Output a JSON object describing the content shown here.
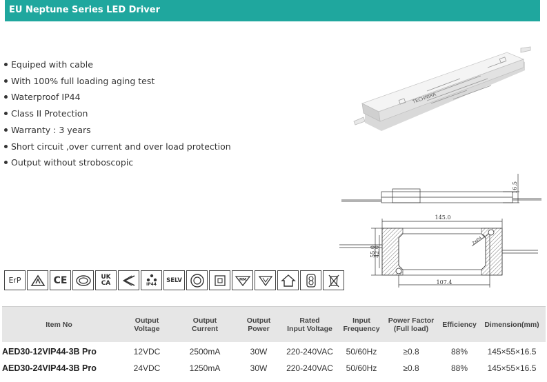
{
  "header": {
    "title": "EU Neptune Series LED Driver"
  },
  "features": [
    "Equiped with cable",
    "With 100% full loading aging test",
    "Waterproof IP44",
    "Class II Protection",
    "Warranty : 3 years",
    "Short circuit ,over current and over load protection",
    "Output without stroboscopic"
  ],
  "product": {
    "brand_text": "TECHNIRA"
  },
  "drawing": {
    "height_label": "16.5",
    "length_label": "145.0",
    "width_outer_label": "55.0",
    "width_inner_label": "42.0",
    "hole_label": "2xØ4.3",
    "hole_spacing_label": "107.4"
  },
  "certifications": [
    {
      "name": "erp-icon",
      "label": "ErP"
    },
    {
      "name": "rcm-icon",
      "label": ""
    },
    {
      "name": "ce-icon",
      "label": "CE"
    },
    {
      "name": "rohs-icon",
      "label": ""
    },
    {
      "name": "ukca-icon",
      "label": "UK CA"
    },
    {
      "name": "weee-arrows-icon",
      "label": ""
    },
    {
      "name": "ip44-icon",
      "label": "IP44"
    },
    {
      "name": "selv-icon",
      "label": "SELV"
    },
    {
      "name": "class2-icon",
      "label": ""
    },
    {
      "name": "double-insulation-icon",
      "label": ""
    },
    {
      "name": "furniture-mm-icon",
      "label": ""
    },
    {
      "name": "furniture-triangle-icon",
      "label": ""
    },
    {
      "name": "indoor-house-icon",
      "label": ""
    },
    {
      "name": "safety-transformer-icon",
      "label": ""
    },
    {
      "name": "wheelie-bin-icon",
      "label": ""
    }
  ],
  "table": {
    "headers": [
      "Item No",
      "Output\nVoltage",
      "Output\nCurrent",
      "Output\nPower",
      "Rated\nInput Voltage",
      "Input\nFrequency",
      "Power Factor\n(Full load)",
      "Efficiency",
      "Dimension(mm)"
    ],
    "rows": [
      [
        "AED30-12VIP44-3B Pro",
        "12VDC",
        "2500mA",
        "30W",
        "220-240VAC",
        "50/60Hz",
        "≥0.8",
        "88%",
        "145×55×16.5"
      ],
      [
        "AED30-24VIP44-3B Pro",
        "24VDC",
        "1250mA",
        "30W",
        "220-240VAC",
        "50/60Hz",
        "≥0.8",
        "88%",
        "145×55×16.5"
      ]
    ]
  }
}
